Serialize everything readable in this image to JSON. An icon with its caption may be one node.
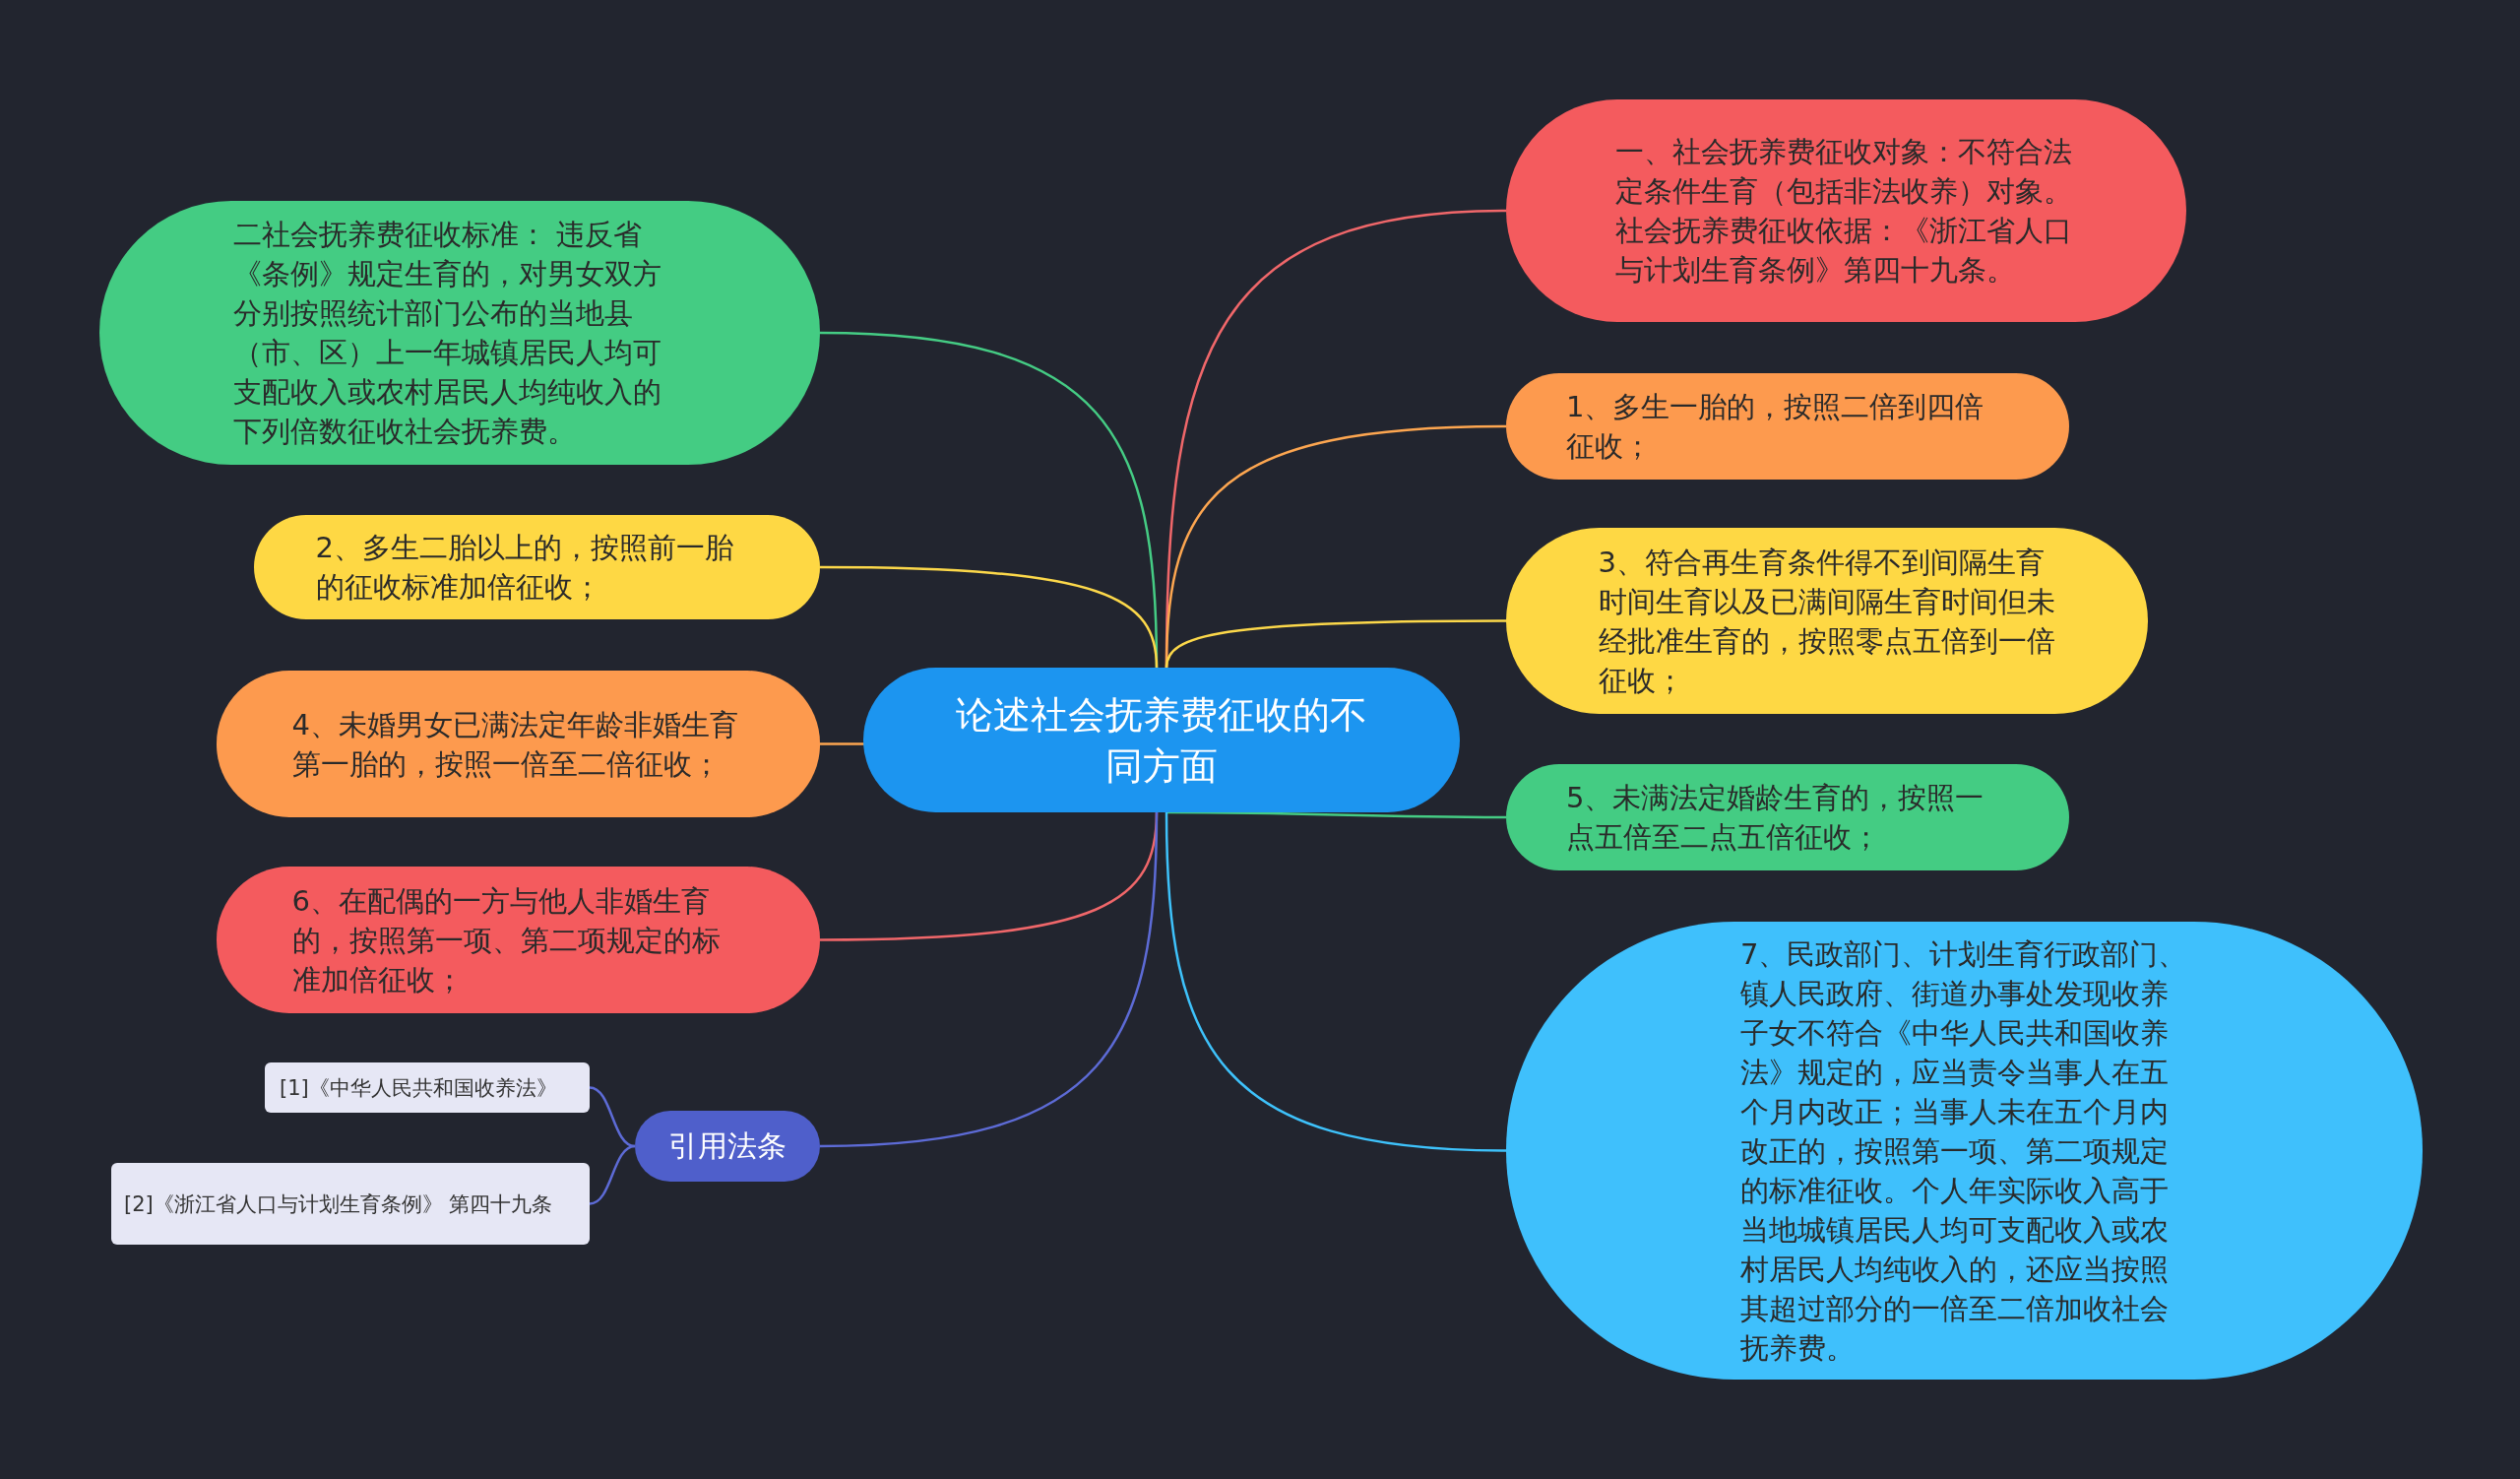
{
  "diagram": {
    "nodes": [
      {
        "text": [
          "论述社会抚养费征收的不同方面"
        ]
      },
      {
        "text": [
          "一、社会抚养费征收对象：不符合法定条件生育（包括非法收养）对象。社会抚养费征收依据：《浙江省人口与计划生育条例》第四十九条。"
        ]
      },
      {
        "text": [
          "1、多生一胎的，按照二倍到四倍征收；"
        ]
      },
      {
        "text": [
          "3、符合再生育条件得不到间隔生育时间生育以及已满间隔生育时间但未经批准生育的，按照零点五倍到一倍征收；"
        ]
      },
      {
        "text": [
          "5、未满法定婚龄生育的，按照一点五倍至二点五倍征收；"
        ]
      },
      {
        "text": [
          "7、民政部门、计划生育行政部门、镇人民政府、街道办事处发现收养子女不符合《中华人民共和国收养法》规定的，应当责令当事人在五个月内改正；当事人未在五个月内改正的，按照第一项、第二项规定的标准征收。个人年实际收入高于当地城镇居民人均可支配收入或农村居民人均纯收入的，还应当按照其超过部分的一倍至二倍加收社会抚养费。"
        ]
      },
      {
        "text": [
          "二社会抚养费征收标准： 违反省《条例》规定生育的，对男女双方分别按照统计部门公布的当地县（市、区）上一年城镇居民人均可支配收入或农村居民人均纯收入的下列倍数征收社会抚养费。"
        ]
      },
      {
        "text": [
          "2、多生二胎以上的，按照前一胎的征收标准加倍征收；"
        ]
      },
      {
        "text": [
          "4、未婚男女已满法定年龄非婚生育第一胎的，按照一倍至二倍征收；"
        ]
      },
      {
        "text": [
          "6、在配偶的一方与他人非婚生育的，按照第一项、第二项规定的标准加倍征收；"
        ]
      },
      {
        "text": [
          "引用法条"
        ]
      },
      {
        "text": [
          "[1]《中华人民共和国收养法》"
        ]
      },
      {
        "text": [
          "[2]《浙江省人口与计划生育条例》 第四十九条"
        ]
      }
    ],
    "edges": [
      {
        "from": 0,
        "to": 1,
        "arrow": "none",
        "color": "#f0676a"
      },
      {
        "from": 0,
        "to": 2,
        "arrow": "none",
        "color": "#fda650"
      },
      {
        "from": 0,
        "to": 3,
        "arrow": "none",
        "color": "#fcd84a"
      },
      {
        "from": 0,
        "to": 4,
        "arrow": "none",
        "color": "#45cc84"
      },
      {
        "from": 0,
        "to": 5,
        "arrow": "none",
        "color": "#3ec2fb"
      },
      {
        "from": 0,
        "to": 6,
        "arrow": "none",
        "color": "#45cc84"
      },
      {
        "from": 0,
        "to": 7,
        "arrow": "none",
        "color": "#fcd84a"
      },
      {
        "from": 0,
        "to": 8,
        "arrow": "none",
        "color": "#fda650"
      },
      {
        "from": 0,
        "to": 9,
        "arrow": "none",
        "color": "#f0676a"
      },
      {
        "from": 0,
        "to": 10,
        "arrow": "none",
        "color": "#5d6bd6"
      },
      {
        "from": 10,
        "to": 11,
        "arrow": "none",
        "color": "#5d6bd6"
      },
      {
        "from": 10,
        "to": 12,
        "arrow": "none",
        "color": "#5d6bd6"
      }
    ]
  }
}
